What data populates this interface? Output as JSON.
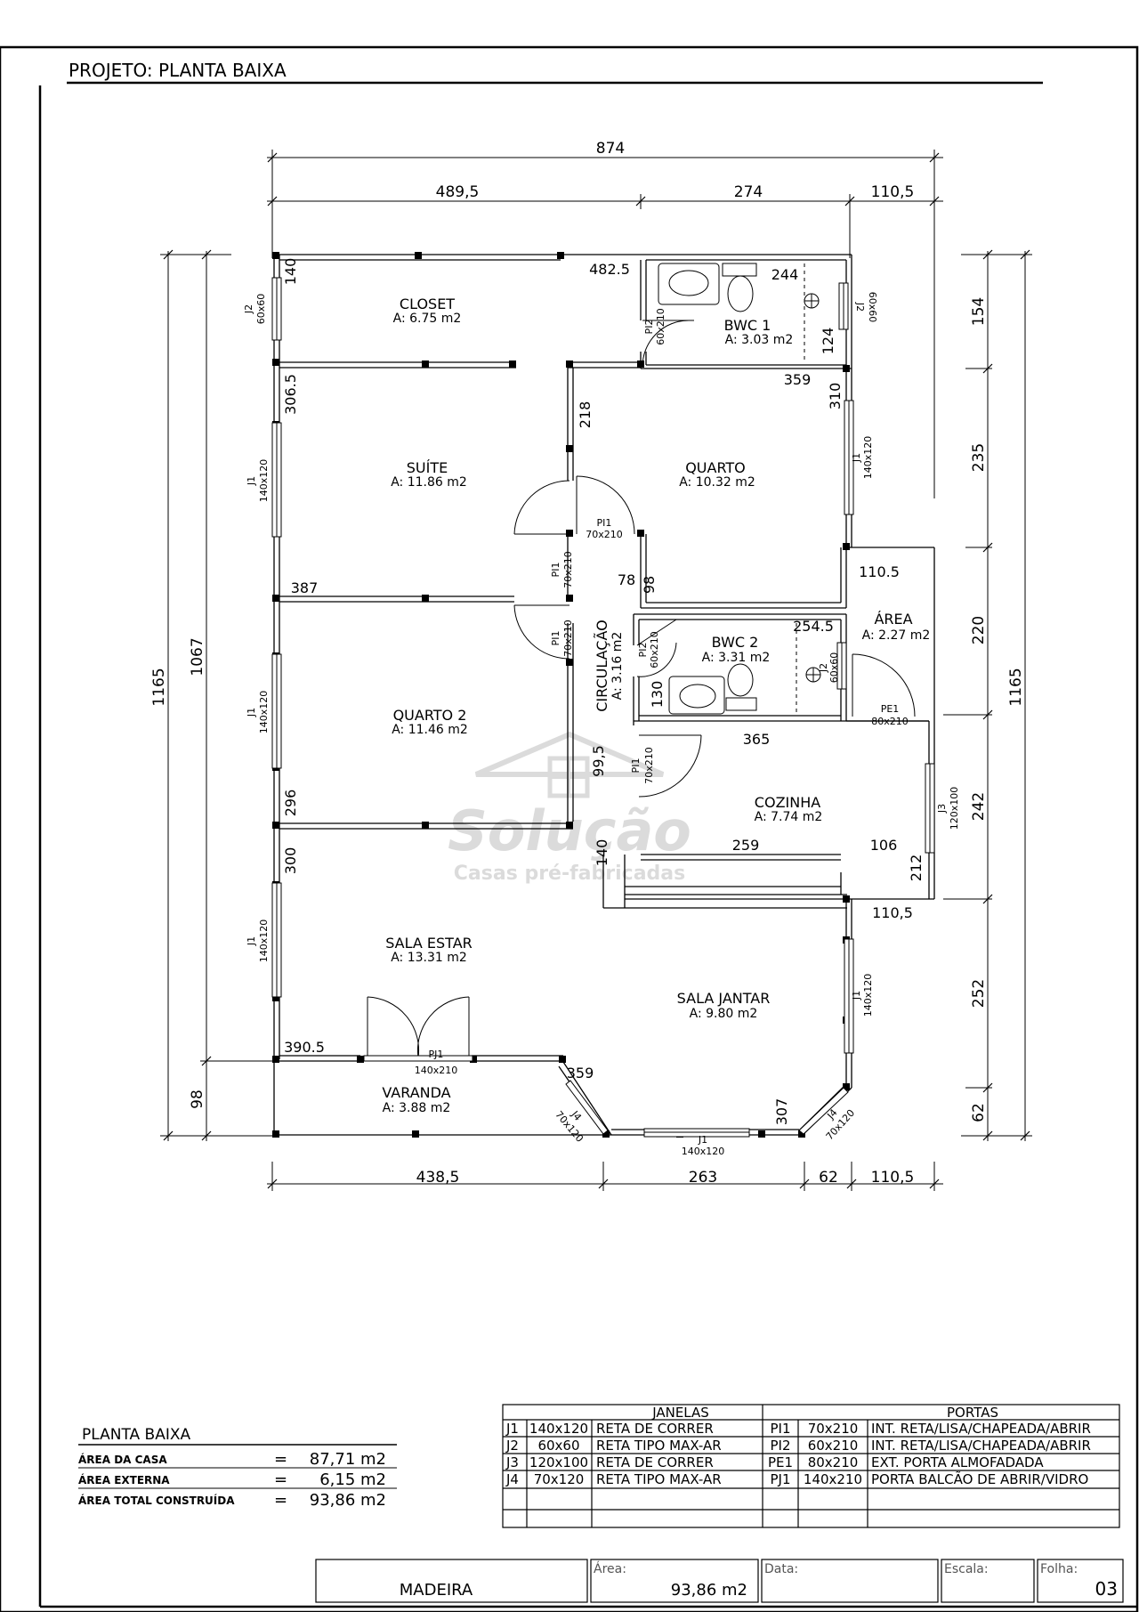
{
  "header": {
    "title": "PROJETO: PLANTA  BAIXA"
  },
  "dims": {
    "top_total": "874",
    "top_a": "489,5",
    "top_b": "274",
    "top_c": "110,5",
    "bottom_a": "438,5",
    "bottom_b": "263",
    "bottom_c": "62",
    "bottom_d": "110,5",
    "left_total": "1165",
    "left_inner": "1067",
    "left_bottom": "98",
    "right_total": "1165",
    "right_1": "154",
    "right_2": "235",
    "right_3": "220",
    "right_4": "242",
    "right_5": "252",
    "right_6": "62"
  },
  "inner_dims": {
    "d140": "140",
    "d4825": "482.5",
    "d244": "244",
    "d124": "124",
    "d3065": "306.5",
    "d218": "218",
    "d359a": "359",
    "d310": "310",
    "d1105a": "110.5",
    "d78": "78",
    "d98": "98",
    "d387": "387",
    "d2545": "254.5",
    "d130": "130",
    "d365": "365",
    "d995": "99,5",
    "d296": "296",
    "d140b": "140",
    "d259": "259",
    "d106": "106",
    "d212": "212",
    "d1105b": "110,5",
    "d300": "300",
    "d3905": "390.5",
    "d359b": "359",
    "d307": "307"
  },
  "rooms": {
    "closet": {
      "name": "CLOSET",
      "area": "A:  6.75  m2"
    },
    "bwc1": {
      "name": "BWC  1",
      "area": "A:  3.03  m2"
    },
    "suite": {
      "name": "SUÍTE",
      "area": "A:  11.86  m2"
    },
    "quarto": {
      "name": "QUARTO",
      "area": "A:  10.32  m2"
    },
    "bwc2": {
      "name": "BWC  2",
      "area": "A:  3.31  m2"
    },
    "area": {
      "name": "ÁREA",
      "area": "A:  2.27  m2"
    },
    "circulacao": {
      "name": "CIRCULAÇÃO",
      "area": "A:  3.16  m2"
    },
    "quarto2": {
      "name": "QUARTO  2",
      "area": "A:  11.46  m2"
    },
    "cozinha": {
      "name": "COZINHA",
      "area": "A:  7.74  m2"
    },
    "sala_estar": {
      "name": "SALA  ESTAR",
      "area": "A:  13.31  m2"
    },
    "sala_jantar": {
      "name": "SALA  JANTAR",
      "area": "A:  9.80  m2"
    },
    "varanda": {
      "name": "VARANDA",
      "area": "A:  3.88  m2"
    }
  },
  "openings": {
    "j1": "J1",
    "j1_size": "140x120",
    "j2": "J2",
    "j2_size": "60x60",
    "j3": "J3",
    "j3_size": "120x100",
    "j4": "J4",
    "j4_size": "70x120",
    "pi1": "PI1",
    "pi1_size": "70x210",
    "pi2": "PI2",
    "pi2_size": "60x210",
    "pe1": "PE1",
    "pe1_size": "80x210",
    "pj1": "PJ1",
    "pj1_size": "140x210"
  },
  "watermark": {
    "brand": "Solução",
    "tagline": "Casas pré-fabricadas"
  },
  "summary": {
    "title": "PLANTA  BAIXA",
    "rows": [
      {
        "label": "ÁREA DA CASA",
        "eq": "=",
        "value": "87,71  m2"
      },
      {
        "label": "ÁREA EXTERNA",
        "eq": "=",
        "value": "6,15  m2"
      },
      {
        "label": "ÁREA TOTAL CONSTRUÍDA",
        "eq": "=",
        "value": "93,86  m2"
      }
    ]
  },
  "schedule": {
    "janelas_title": "JANELAS",
    "portas_title": "PORTAS",
    "janelas": [
      {
        "code": "J1",
        "size": "140x120",
        "desc": "RETA  DE  CORRER"
      },
      {
        "code": "J2",
        "size": "60x60",
        "desc": "RETA  TIPO  MAX-AR"
      },
      {
        "code": "J3",
        "size": "120x100",
        "desc": "RETA  DE  CORRER"
      },
      {
        "code": "J4",
        "size": "70x120",
        "desc": "RETA  TIPO  MAX-AR"
      }
    ],
    "portas": [
      {
        "code": "PI1",
        "size": "70x210",
        "desc": "INT.  RETA/LISA/CHAPEADA/ABRIR"
      },
      {
        "code": "PI2",
        "size": "60x210",
        "desc": "INT.  RETA/LISA/CHAPEADA/ABRIR"
      },
      {
        "code": "PE1",
        "size": "80x210",
        "desc": "EXT.  PORTA  ALMOFADADA"
      },
      {
        "code": "PJ1",
        "size": "140x210",
        "desc": "PORTA  BALCÃO  DE  ABRIR/VIDRO"
      }
    ]
  },
  "titleblock": {
    "material": "MADEIRA",
    "area_label": "Área:",
    "area_value": "93,86  m2",
    "data_label": "Data:",
    "escala_label": "Escala:",
    "folha_label": "Folha:",
    "folha_value": "03"
  }
}
